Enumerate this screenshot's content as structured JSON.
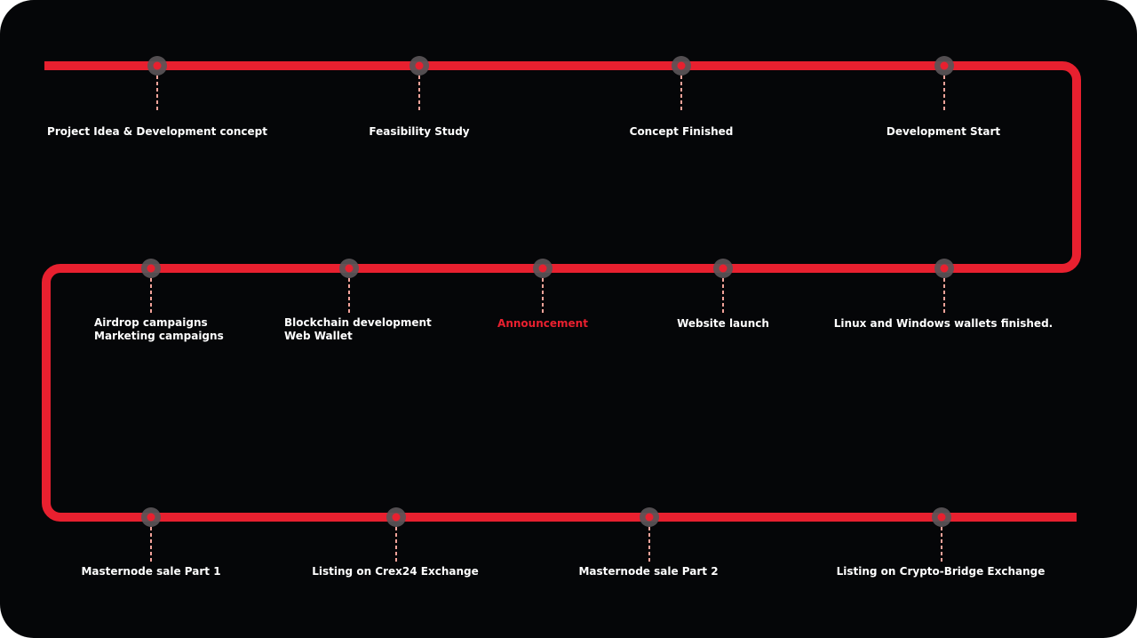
{
  "colors": {
    "background": "#050608",
    "road": "#e8202f",
    "connector": "#f3a39a",
    "label": "#ffffff",
    "highlight": "#e8202f",
    "node_halo": "#5a5558"
  },
  "rows": [
    {
      "milestones": [
        {
          "lines": [
            "Project Idea & Development concept"
          ]
        },
        {
          "lines": [
            "Feasibility Study"
          ]
        },
        {
          "lines": [
            "Concept Finished"
          ]
        },
        {
          "lines": [
            "Development Start"
          ]
        }
      ]
    },
    {
      "milestones": [
        {
          "lines": [
            "Airdrop campaigns",
            "Marketing campaigns"
          ]
        },
        {
          "lines": [
            "Blockchain development",
            "Web Wallet"
          ]
        },
        {
          "lines": [
            "Announcement"
          ],
          "highlight": true
        },
        {
          "lines": [
            "Website launch"
          ]
        },
        {
          "lines": [
            "Linux and Windows wallets finished."
          ]
        }
      ]
    },
    {
      "milestones": [
        {
          "lines": [
            "Masternode sale Part 1"
          ]
        },
        {
          "lines": [
            "Listing on Crex24 Exchange"
          ]
        },
        {
          "lines": [
            "Masternode sale Part 2"
          ]
        },
        {
          "lines": [
            "Listing on Crypto-Bridge Exchange"
          ]
        }
      ]
    }
  ]
}
